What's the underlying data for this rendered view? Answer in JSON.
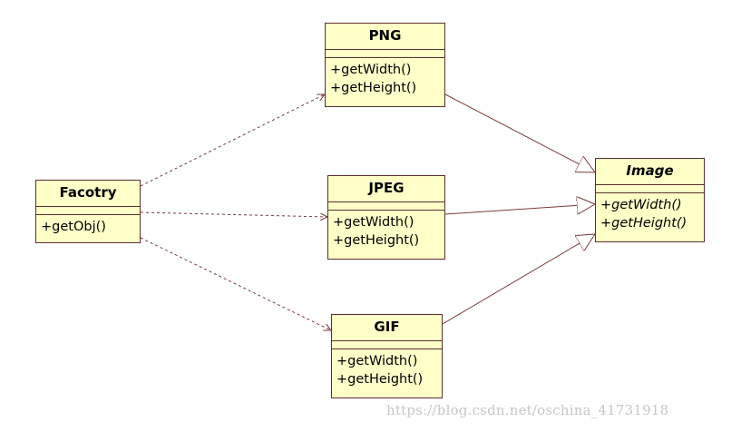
{
  "classes": {
    "png": {
      "name": "PNG",
      "abstract": false,
      "operations": [
        "+getWidth()",
        "+getHeight()"
      ]
    },
    "jpeg": {
      "name": "JPEG",
      "abstract": false,
      "operations": [
        "+getWidth()",
        "+getHeight()"
      ]
    },
    "gif": {
      "name": "GIF",
      "abstract": false,
      "operations": [
        "+getWidth()",
        "+getHeight()"
      ]
    },
    "factory": {
      "name": "Facotry",
      "abstract": false,
      "operations": [
        "+getObj()"
      ]
    },
    "image": {
      "name": "Image",
      "abstract": true,
      "operations": [
        "+getWidth()",
        "+getHeight()"
      ]
    }
  },
  "relationships": [
    {
      "type": "dependency",
      "from": "Facotry",
      "to": "PNG"
    },
    {
      "type": "dependency",
      "from": "Facotry",
      "to": "JPEG"
    },
    {
      "type": "dependency",
      "from": "Facotry",
      "to": "GIF"
    },
    {
      "type": "generalization",
      "from": "PNG",
      "to": "Image"
    },
    {
      "type": "generalization",
      "from": "JPEG",
      "to": "Image"
    },
    {
      "type": "generalization",
      "from": "GIF",
      "to": "Image"
    }
  ],
  "colors": {
    "class_fill": "#ffffc8",
    "class_border": "#5a2f2f",
    "connector": "#7a3b3b",
    "watermark": "#c7c7c7"
  },
  "watermark": "https://blog.csdn.net/oschina_41731918"
}
